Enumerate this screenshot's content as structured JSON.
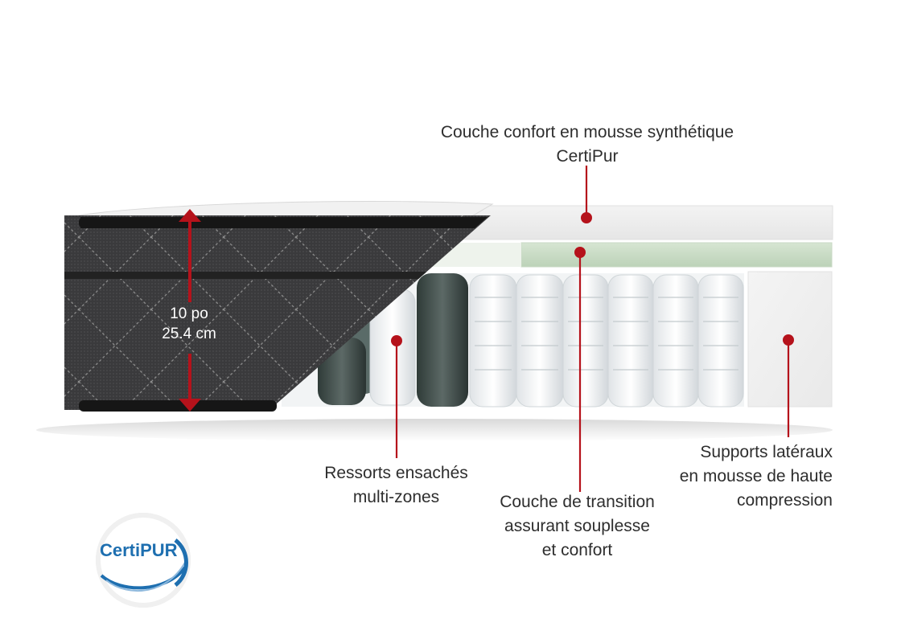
{
  "height": {
    "inches": "10 po",
    "cm": "25.4 cm"
  },
  "callouts": {
    "top_foam": {
      "lines": [
        "Couche confort en mousse synthétique",
        "CertiPur"
      ]
    },
    "springs": {
      "lines": [
        "Ressorts ensachés",
        "multi-zones"
      ]
    },
    "transition": {
      "lines": [
        "Couche de transition",
        "assurant souplesse",
        "et confort"
      ]
    },
    "side_supports": {
      "lines": [
        "Supports latéraux",
        "en mousse de haute",
        "compression"
      ]
    }
  },
  "logo": {
    "text": "CertiPUR"
  },
  "colors": {
    "accent": "#b5121b",
    "cover": "#3b3b3d",
    "transition_layer": "#c4d8c0",
    "logo_blue": "#1e6fb0"
  }
}
